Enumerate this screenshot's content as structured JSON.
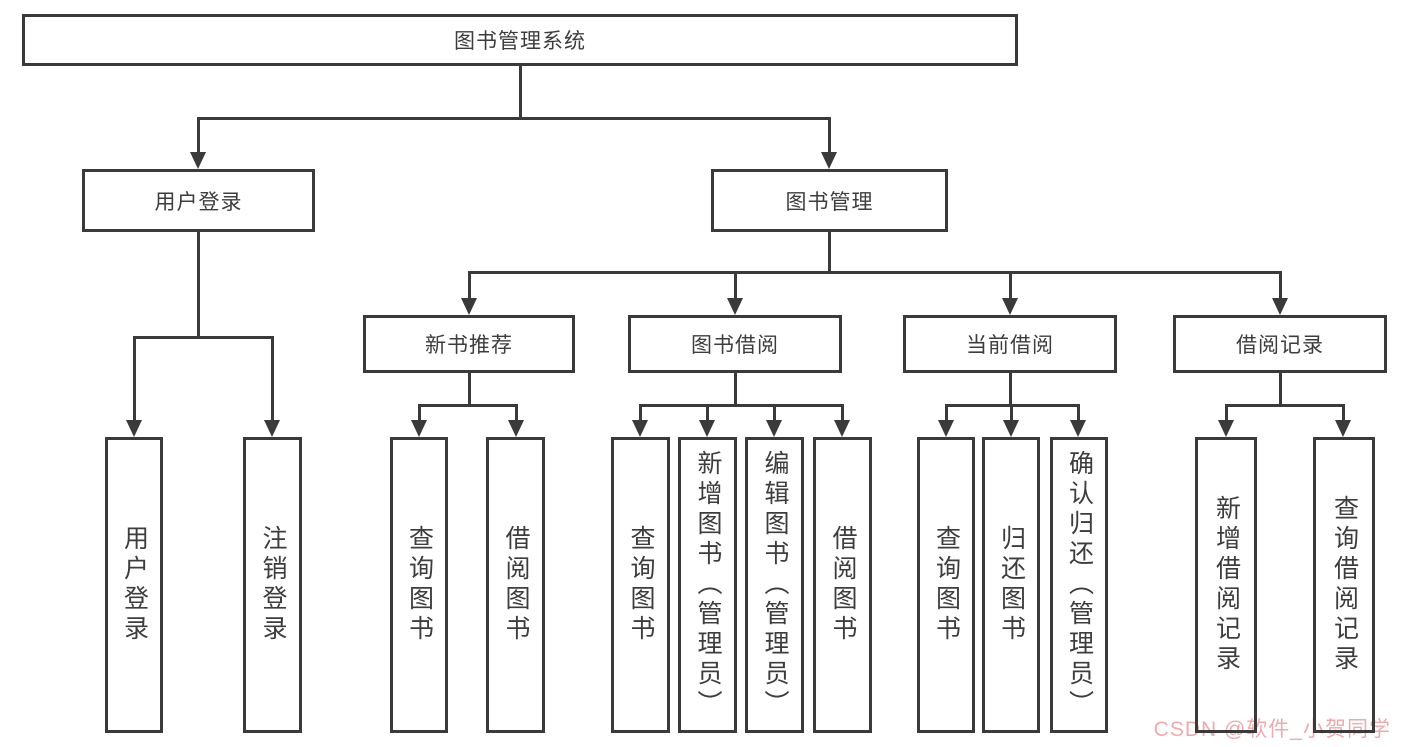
{
  "diagram": {
    "type": "hierarchy-tree",
    "root": {
      "label": "图书管理系统"
    },
    "branches": [
      {
        "label": "用户登录",
        "children": [
          {
            "label": "用户登录"
          },
          {
            "label": "注销登录"
          }
        ]
      },
      {
        "label": "图书管理",
        "children": [
          {
            "label": "新书推荐",
            "children": [
              {
                "label": "查询图书"
              },
              {
                "label": "借阅图书"
              }
            ]
          },
          {
            "label": "图书借阅",
            "children": [
              {
                "label": "查询图书"
              },
              {
                "label": "新增图书（管理员）"
              },
              {
                "label": "编辑图书（管理员）"
              },
              {
                "label": "借阅图书"
              }
            ]
          },
          {
            "label": "当前借阅",
            "children": [
              {
                "label": "查询图书"
              },
              {
                "label": "归还图书"
              },
              {
                "label": "确认归还（管理员）"
              }
            ]
          },
          {
            "label": "借阅记录",
            "children": [
              {
                "label": "新增借阅记录"
              },
              {
                "label": "查询借阅记录"
              }
            ]
          }
        ]
      }
    ]
  },
  "watermark": {
    "text": "CSDN @软件_小贺同学"
  },
  "colors": {
    "line": "#3a3a3a",
    "text": "#3d3d3d",
    "watermark_pink": "#f0a9ad",
    "background": "#ffffff"
  }
}
